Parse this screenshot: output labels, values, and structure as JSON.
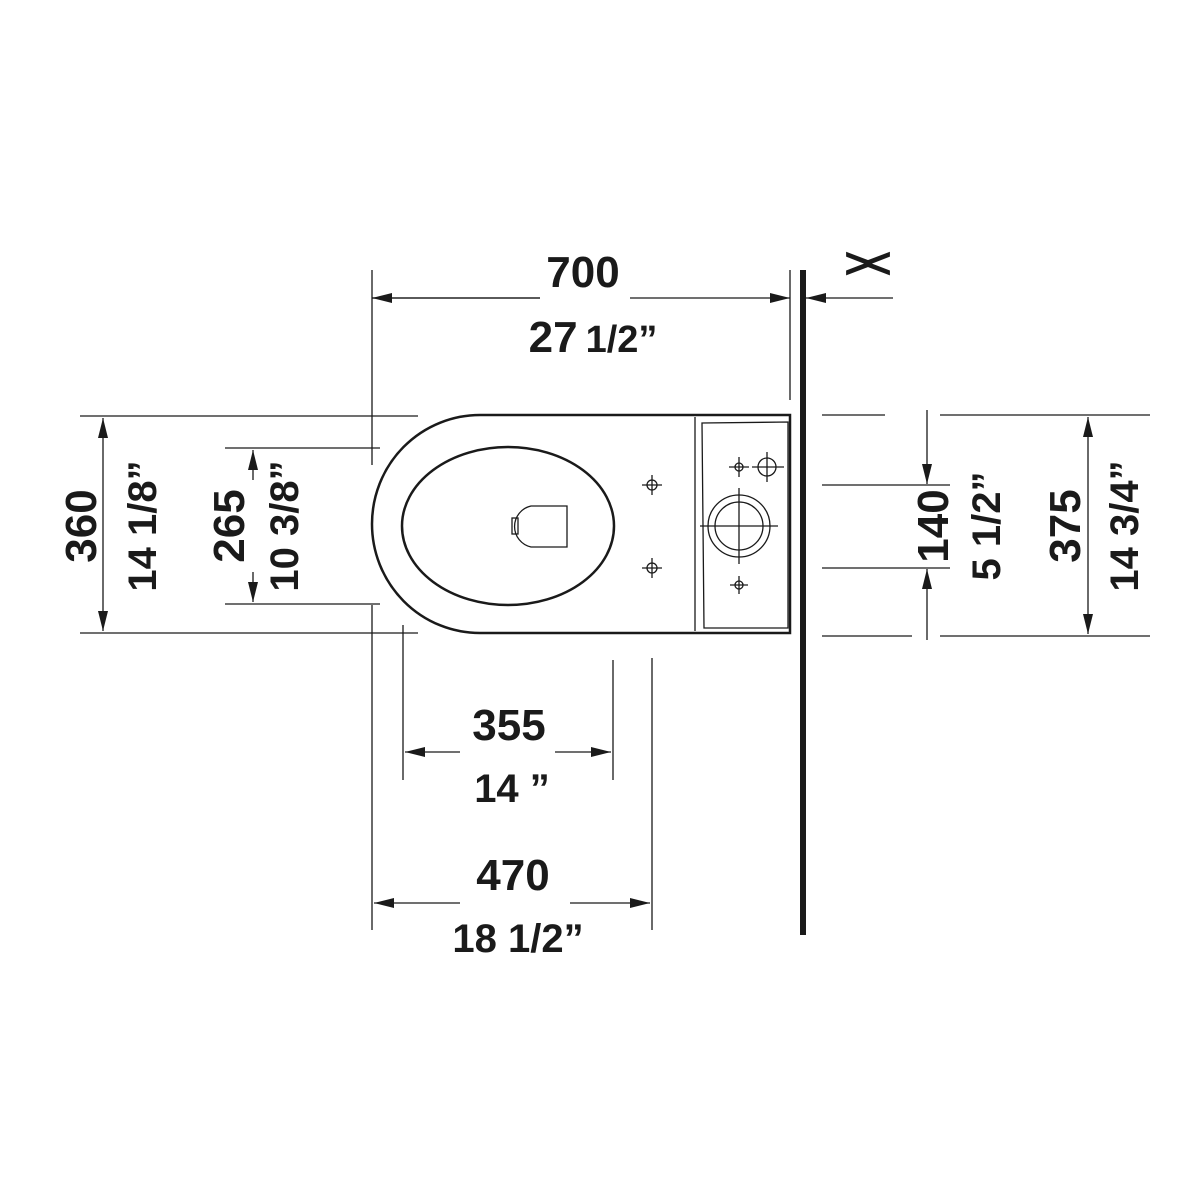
{
  "drawing": {
    "overall_length": {
      "mm": "700",
      "inch_whole": "27",
      "inch_frac": "1/2”"
    },
    "wall_distance": {
      "label": "><"
    },
    "overall_width": {
      "mm": "360",
      "inch": "14 1/8”"
    },
    "seat_width": {
      "mm": "265",
      "inch": "10 3/8”"
    },
    "fixing_spacing": {
      "mm": "140",
      "inch": "5 1/2”"
    },
    "tank_width": {
      "mm": "375",
      "inch": "14 3/4”"
    },
    "fixing_distance": {
      "mm": "355",
      "inch": "14 ”"
    },
    "seat_depth": {
      "mm": "470",
      "inch": "18 1/2”"
    }
  }
}
